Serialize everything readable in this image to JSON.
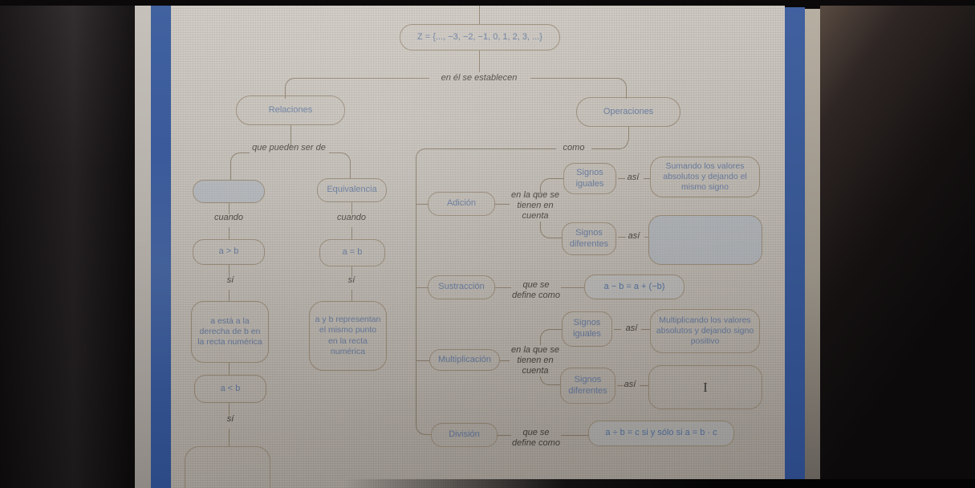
{
  "colors": {
    "page_bg": "#c9c4bc",
    "margin_band_blue": "#3a5a9b",
    "node_border": "#9a8b78",
    "node_text_blue": "#65799f",
    "formula_text_blue": "#54719f",
    "connector_line": "#8c7e6c",
    "connector_label": "#48423d",
    "blank_fill": "#a4b1c3",
    "photo_background": "#0b090a"
  },
  "root": {
    "set": "Z = {..., −3, −2, −1, 0, 1, 2, 3, ...}",
    "establish_label": "en él se establecen"
  },
  "relaciones": {
    "title": "Relaciones",
    "branch_label": "que pueden ser de",
    "orden": {
      "name": "",
      "cuando": "cuando",
      "caso1": "a > b",
      "si1": "sí",
      "significado1": "a está a la derecha de b en la recta numérica",
      "caso2": "a < b",
      "si2": "sí",
      "significado2": ""
    },
    "equivalencia": {
      "name": "Equivalencia",
      "cuando": "cuando",
      "caso": "a = b",
      "si": "sí",
      "significado": "a y b representan el mismo punto en la recta numérica"
    }
  },
  "operaciones": {
    "title": "Operaciones",
    "branch_label": "como",
    "adicion": {
      "name": "Adición",
      "consideran": "en la que se tienen en cuenta",
      "signos_iguales": "Signos iguales",
      "asi1": "así",
      "resultado_iguales": "Sumando los valores absolutos y dejando el mismo signo",
      "signos_diferentes": "Signos diferentes",
      "asi2": "así",
      "resultado_diferentes": ""
    },
    "sustraccion": {
      "name": "Sustracción",
      "define": "que se define como",
      "formula": "a − b = a + (−b)"
    },
    "multiplicacion": {
      "name": "Multiplicación",
      "consideran": "en la que se tienen en cuenta",
      "signos_iguales": "Signos iguales",
      "asi1": "así",
      "resultado_iguales": "Multiplicando los valores absolutos y dejando signo positivo",
      "signos_diferentes": "Signos diferentes",
      "asi2": "así",
      "resultado_diferentes": ""
    },
    "division": {
      "name": "División",
      "define": "que se define como",
      "formula": "a ÷ b = c si y sólo si a = b · c"
    }
  }
}
